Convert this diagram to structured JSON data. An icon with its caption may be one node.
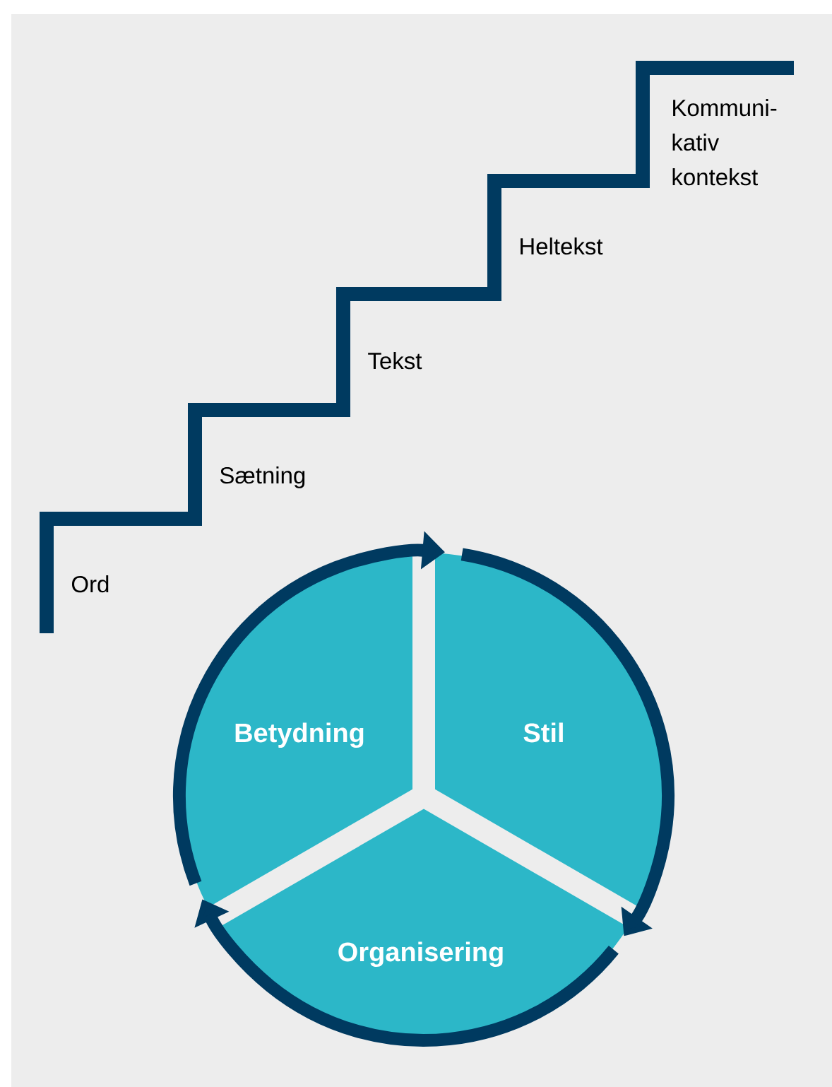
{
  "diagram": {
    "nodes": [
      {
        "text": [
          "Betydning"
        ]
      },
      {
        "text": [
          "Stil"
        ]
      },
      {
        "text": [
          "Organisering"
        ]
      }
    ],
    "edges": [
      {
        "from": 0,
        "to": 1,
        "arrow": "to"
      },
      {
        "from": 1,
        "to": 2,
        "arrow": "to"
      },
      {
        "from": 2,
        "to": 0,
        "arrow": "to"
      }
    ],
    "labels": [
      "Ord",
      "Sætning",
      "Tekst",
      "Heltekst",
      "Kommuni-kativ kontekst"
    ]
  }
}
